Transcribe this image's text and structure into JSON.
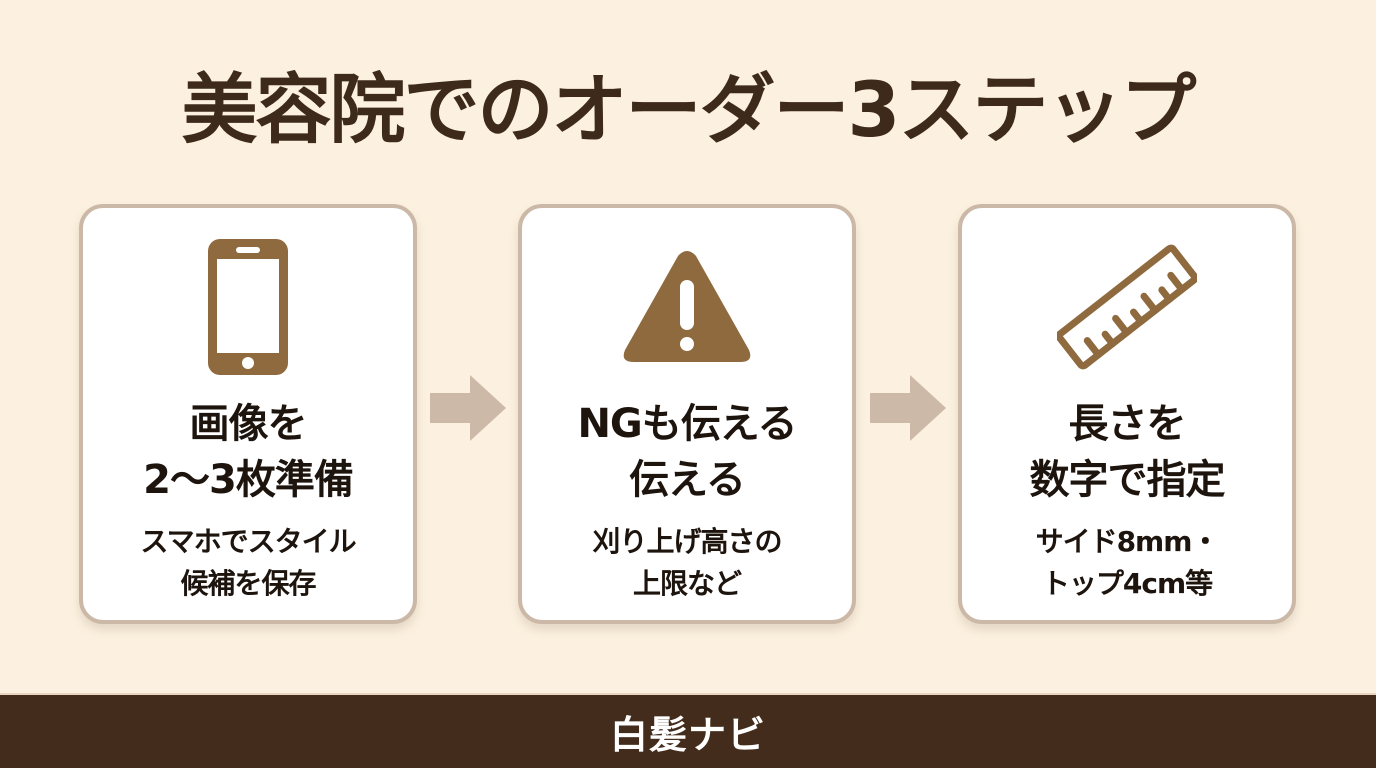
{
  "title": "美容院でのオーダー3ステップ",
  "colors": {
    "background": "#fcf1e0",
    "title_text": "#3e2a1b",
    "icon": "#8f6a3e",
    "card_border": "#cbb8a6",
    "arrow": "#cdb9a8",
    "footer_bg": "#432c1c",
    "footer_text": "#ffffff"
  },
  "steps": [
    {
      "icon": "smartphone-icon",
      "heading_line1": "画像を",
      "heading_line2": "2〜3枚準備",
      "sub_line1": "スマホでスタイル",
      "sub_line2": "候補を保存"
    },
    {
      "icon": "warning-icon",
      "heading_line1": "NGも伝える",
      "heading_line2": "伝える",
      "sub_line1": "刈り上げ高さの",
      "sub_line2": "上限など"
    },
    {
      "icon": "ruler-icon",
      "heading_line1": "長さを",
      "heading_line2": "数字で指定",
      "sub_line1": "サイド8mm・",
      "sub_line2": "トップ4cm等"
    }
  ],
  "arrows": [
    "arrow-right-icon",
    "arrow-right-icon"
  ],
  "footer": {
    "brand": "白髪ナビ"
  }
}
